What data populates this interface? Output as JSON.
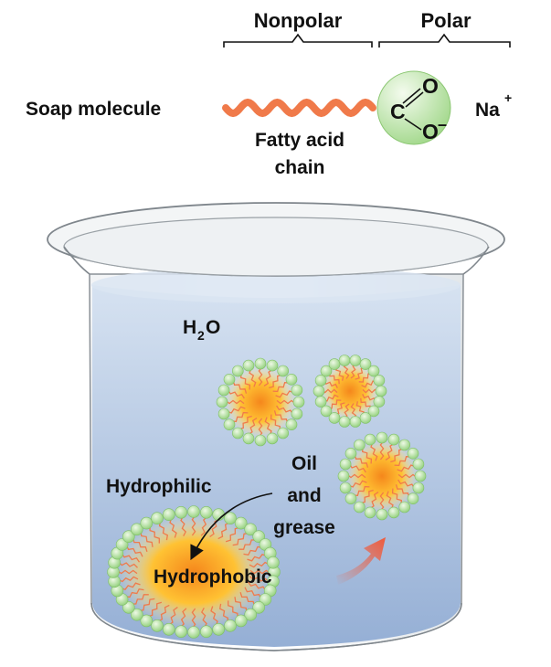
{
  "labels": {
    "nonpolar": "Nonpolar",
    "polar": "Polar",
    "soap_molecule": "Soap molecule",
    "fatty_acid_line1": "Fatty acid",
    "fatty_acid_line2": "chain",
    "carbon": "C",
    "oxygen_double": "O",
    "oxygen_single": "O",
    "minus": "–",
    "sodium": "Na",
    "plus": "+",
    "water_h": "H",
    "water_sub": "2",
    "water_o": "O",
    "hydrophilic": "Hydrophilic",
    "oil_line1": "Oil",
    "oil_line2": "and",
    "oil_line3": "grease",
    "hydrophobic": "Hydrophobic"
  },
  "colors": {
    "tail": "#f07a4a",
    "head_fill": "#a8db90",
    "core_center": "#f7941d",
    "core_mid": "#ffd23f",
    "water_top": "#cfdcee",
    "water_bottom": "#97b1d6",
    "beaker_glass": "#e8ecef",
    "arrow_red": "#f05a3a"
  }
}
